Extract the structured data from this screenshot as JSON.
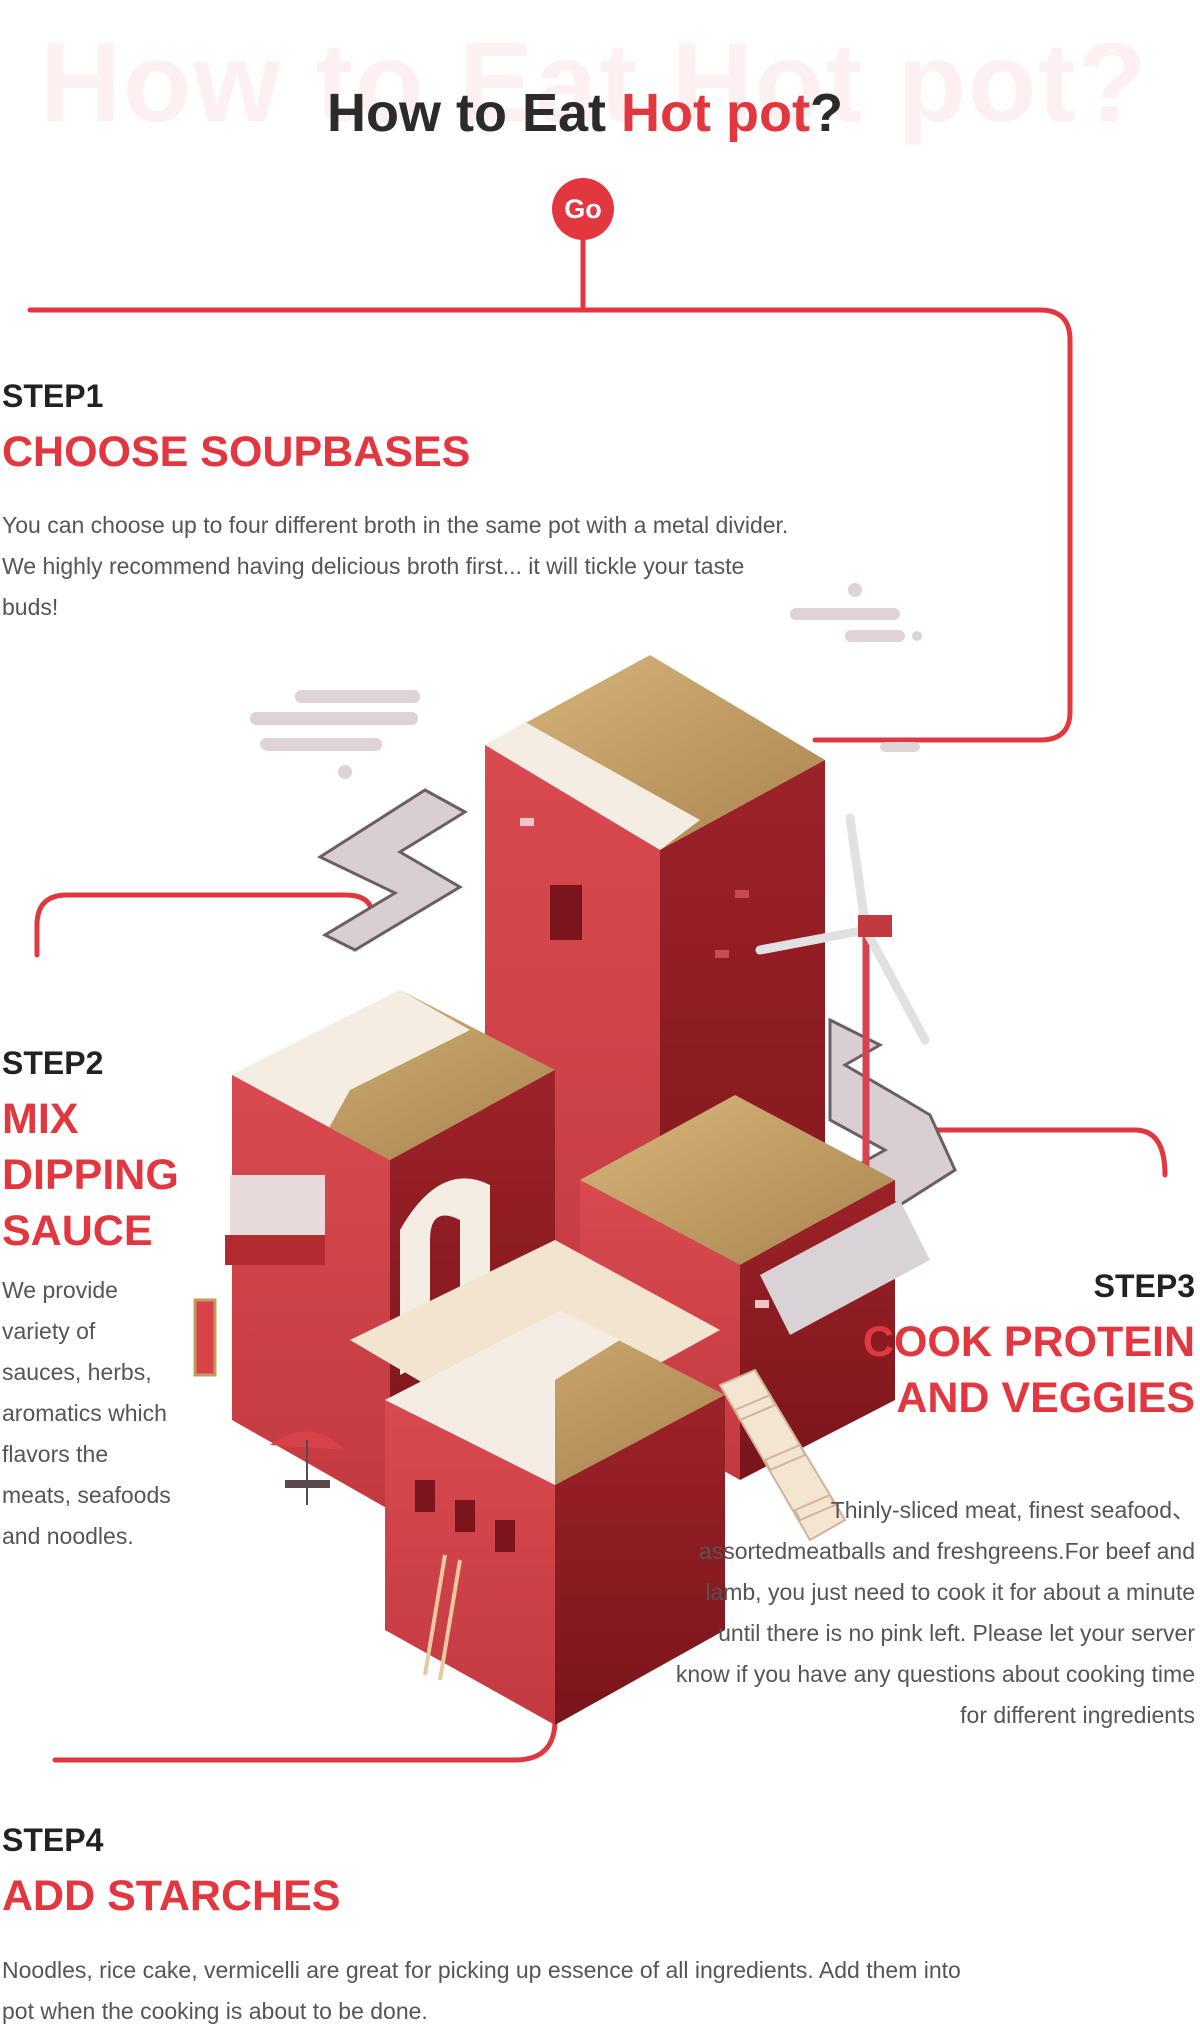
{
  "header": {
    "watermark": "How to Eat Hot pot?",
    "title_prefix": "How to Eat ",
    "title_accent": "Hot pot",
    "title_suffix": "?",
    "go_label": "Go"
  },
  "steps": [
    {
      "number": "STEP1",
      "heading": "CHOOSE SOUPBASES",
      "description": "You can choose up to four different broth in the same pot with a metal divider. We highly recommend having delicious broth first... it will tickle your taste buds!"
    },
    {
      "number": "STEP2",
      "heading": "MIX DIPPING SAUCE",
      "description": "We provide variety of sauces, herbs, aromatics which flavors the meats, seafoods and noodles."
    },
    {
      "number": "STEP3",
      "heading": "COOK PROTEIN AND VEGGIES",
      "description": "Thinly-sliced meat, finest seafood、assortedmeatballs and freshgreens.For beef and lamb, you just need to cook it for about a minute until there is no pink left. Please let your server know if you have any questions about cooking time for different ingredients"
    },
    {
      "number": "STEP4",
      "heading": "ADD STARCHES",
      "description": "Noodles, rice cake, vermicelli are great for picking up essence of all ingredients. Add them into pot when the cooking is about to be done."
    }
  ],
  "colors": {
    "accent": "#e2373f",
    "dark_text": "#222222",
    "body_text": "#555555",
    "building_red": "#cf3d44",
    "building_dark": "#8e1b21",
    "roof_gold": "#c39a5e",
    "snow": "#f4ede4",
    "path_grey": "#d9cfd3"
  }
}
